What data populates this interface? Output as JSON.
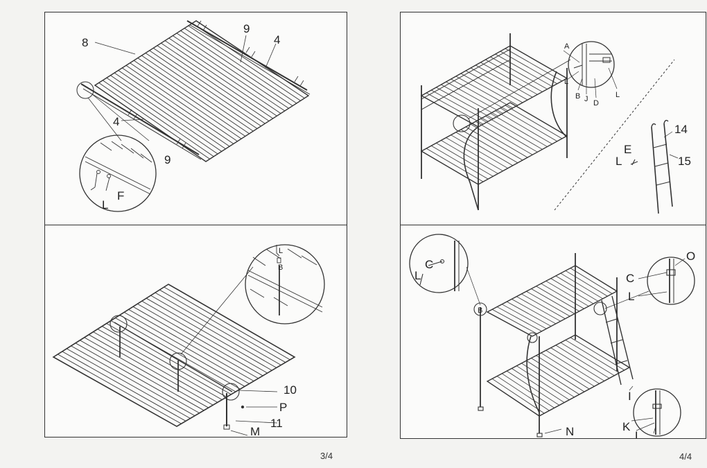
{
  "pages": {
    "left": {
      "page_number": "3/4",
      "top_panel": {
        "labels": {
          "main_frame": "8",
          "slat_top": "9",
          "rail_right": "4",
          "rail_front": "4",
          "slat_detail": "9",
          "part_l": "L",
          "part_f": "F"
        }
      },
      "bottom_panel": {
        "labels": {
          "detail_l": "L",
          "detail_b": "B",
          "leg": "10",
          "cap": "P",
          "foot_post": "11",
          "foot": "M"
        }
      }
    },
    "right": {
      "page_number": "4/4",
      "top_panel": {
        "labels": {
          "a": "A",
          "l_left": "L",
          "b": "B",
          "j": "J",
          "d": "D",
          "l_right": "L",
          "ladder_rail": "14",
          "ladder_step": "15",
          "e": "E",
          "l_ladder": "L"
        }
      },
      "bottom_panel": {
        "labels": {
          "c_left": "C",
          "l_left": "L",
          "b_small": "B",
          "c_right": "C",
          "o": "O",
          "l_right": "L",
          "i": "I",
          "k": "K",
          "l_bottom": "L",
          "n": "N"
        }
      }
    }
  }
}
